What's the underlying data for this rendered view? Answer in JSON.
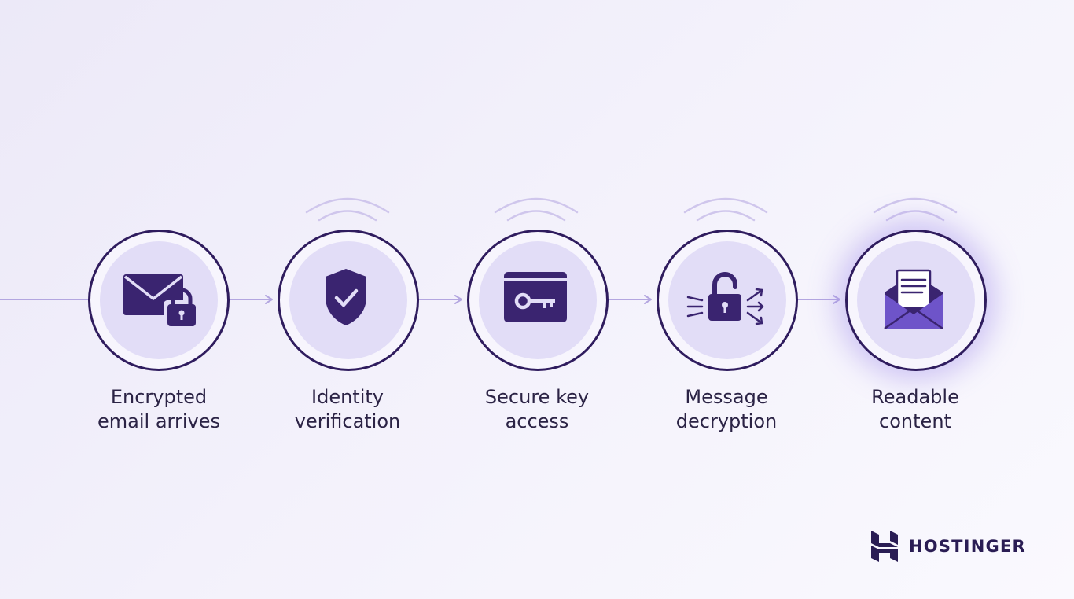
{
  "steps": [
    {
      "label": "Encrypted\nemail arrives",
      "icon": "envelope-lock-icon",
      "signal": false,
      "highlight": false
    },
    {
      "label": "Identity\nverification",
      "icon": "shield-check-icon",
      "signal": true,
      "highlight": false
    },
    {
      "label": "Secure key\naccess",
      "icon": "key-card-icon",
      "signal": true,
      "highlight": false
    },
    {
      "label": "Message\ndecryption",
      "icon": "unlock-arrows-icon",
      "signal": true,
      "highlight": false
    },
    {
      "label": "Readable\ncontent",
      "icon": "open-envelope-letter-icon",
      "signal": true,
      "highlight": true
    }
  ],
  "brand": {
    "name": "HOSTINGER",
    "icon": "hostinger-logo-icon"
  },
  "colors": {
    "ink": "#2f1c5e",
    "icon_fill": "#3a2470",
    "circle_fill": "#e2ddf7",
    "connector": "#b3a6e0",
    "signal": "#cfc6ec",
    "text": "#2b2345",
    "highlight_fill": "#6e54c9"
  }
}
